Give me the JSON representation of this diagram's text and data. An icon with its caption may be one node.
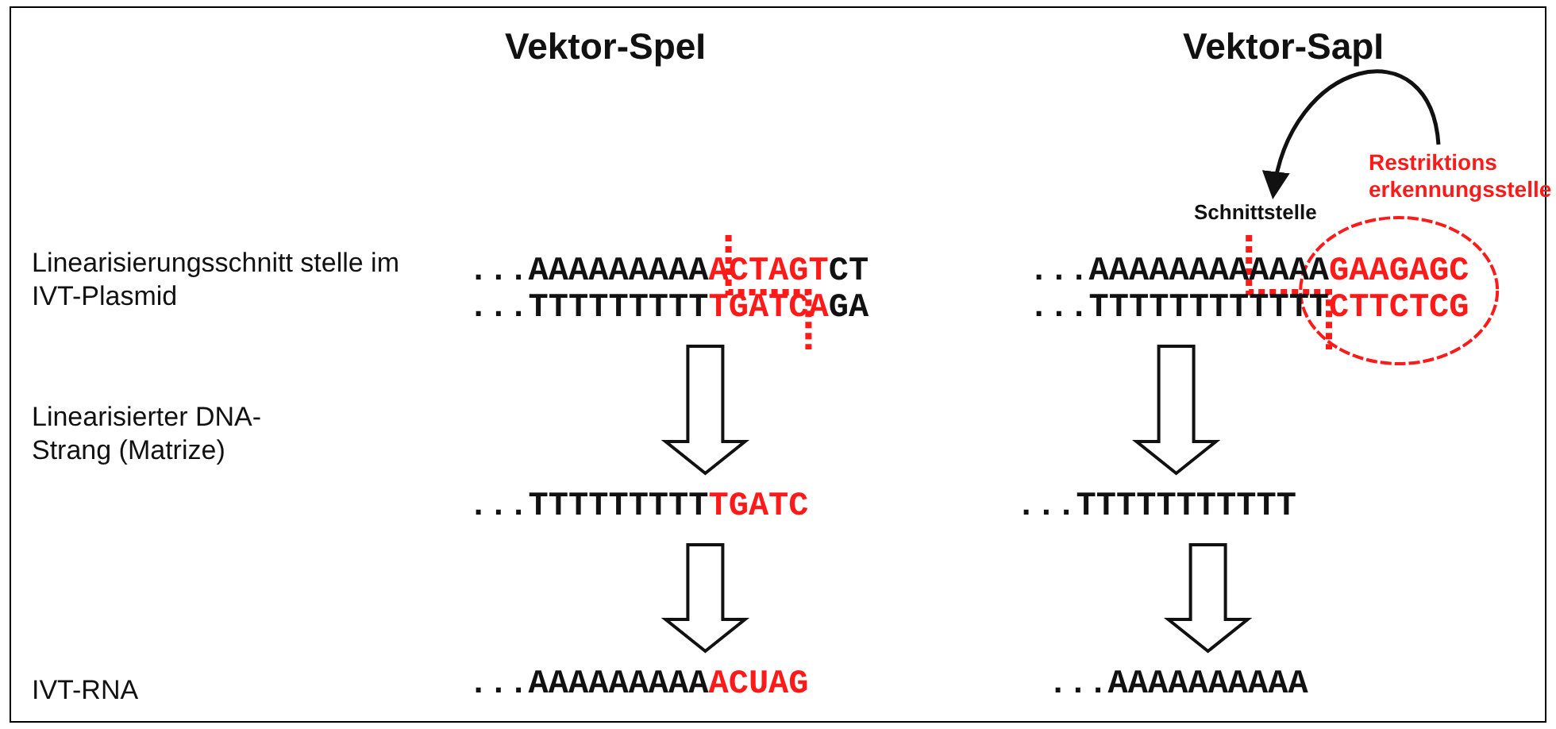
{
  "diagram": {
    "nodes": [
      {
        "text": [
          "Restriktions erkennungsstelle"
        ]
      },
      {
        "text": [
          "Schnittstelle"
        ]
      },
      {
        "text": [
          "...AAAAAAAAA**ACTAGT**CT",
          "...TTTTTTTTT**TGATCA**GA"
        ]
      },
      {
        "text": [
          "...AAAAAAAAAAAA**GAAGAGC**",
          "...TTTTTTTTTTTT**CTTCTCG**"
        ]
      },
      {
        "text": [
          "...TTTTTTTTT**TGATC**"
        ]
      },
      {
        "text": [
          "...TTTTTTTTTTT"
        ]
      },
      {
        "text": [
          "...AAAAAAAAA**ACUAG**"
        ]
      },
      {
        "text": [
          "...AAAAAAAAAA"
        ]
      }
    ],
    "edges": [
      {
        "from": 0,
        "to": 1,
        "arrow": "to"
      },
      {
        "from": 2,
        "to": 4,
        "arrow": "to",
        "style": "thick"
      },
      {
        "from": 4,
        "to": 6,
        "arrow": "to",
        "style": "thick"
      },
      {
        "from": 3,
        "to": 5,
        "arrow": "to",
        "style": "thick"
      },
      {
        "from": 5,
        "to": 7,
        "arrow": "to",
        "style": "thick"
      }
    ],
    "labels": [
      "Vektor-SpeI",
      "Vektor-SapI",
      "Linearisierungsschnitt stelle im IVT-Plasmid",
      "Linearisierter DNA- Strang (Matrize)",
      "IVT-RNA"
    ]
  }
}
